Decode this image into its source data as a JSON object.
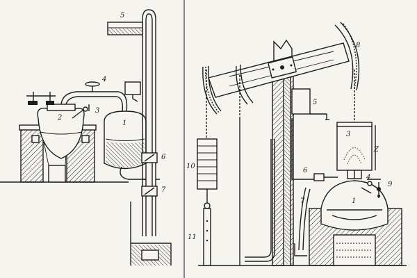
{
  "left_figure": {
    "labels": [
      {
        "id": "boiler",
        "text": "2"
      },
      {
        "id": "receiver",
        "text": "1"
      },
      {
        "id": "valve",
        "text": "3"
      },
      {
        "id": "cock",
        "text": "4"
      },
      {
        "id": "outlet",
        "text": "5"
      },
      {
        "id": "check-valve-upper",
        "text": "6"
      },
      {
        "id": "check-valve-lower",
        "text": "7"
      }
    ]
  },
  "right_figure": {
    "labels": [
      {
        "id": "boiler",
        "text": "1"
      },
      {
        "id": "cylinder-marker",
        "text": "Z"
      },
      {
        "id": "cylinder",
        "text": "3"
      },
      {
        "id": "valve",
        "text": "4"
      },
      {
        "id": "cistern",
        "text": "5"
      },
      {
        "id": "injection-cock",
        "text": "6"
      },
      {
        "id": "pipe",
        "text": "7"
      },
      {
        "id": "arch-head",
        "text": "8"
      },
      {
        "id": "safety-valve",
        "text": "9"
      },
      {
        "id": "counterweight",
        "text": "10"
      },
      {
        "id": "pump-rod",
        "text": "11"
      }
    ]
  }
}
